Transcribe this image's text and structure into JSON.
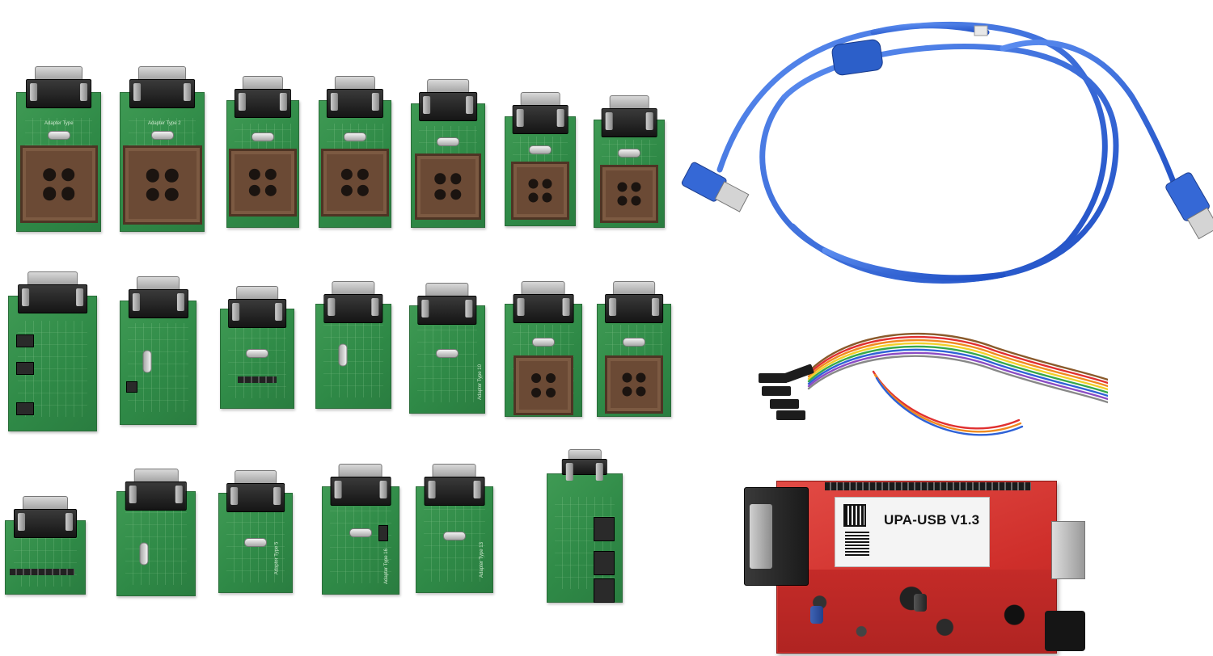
{
  "scene": {
    "description_labels": {
      "main_board_label": "UPA-USB V1.3"
    },
    "adapter_silkscreen": [
      "Adapter Type",
      "Adapter Type 2",
      "Adapter Type 5",
      "Adapter Type 10",
      "Adapter Type 13",
      "Adapter Type 16"
    ],
    "colors": {
      "pcb_green": "#3f9a54",
      "board_red": "#cf2f2b",
      "cable_blue": "#2f63d6",
      "socket_brown": "#6b4a35"
    }
  }
}
